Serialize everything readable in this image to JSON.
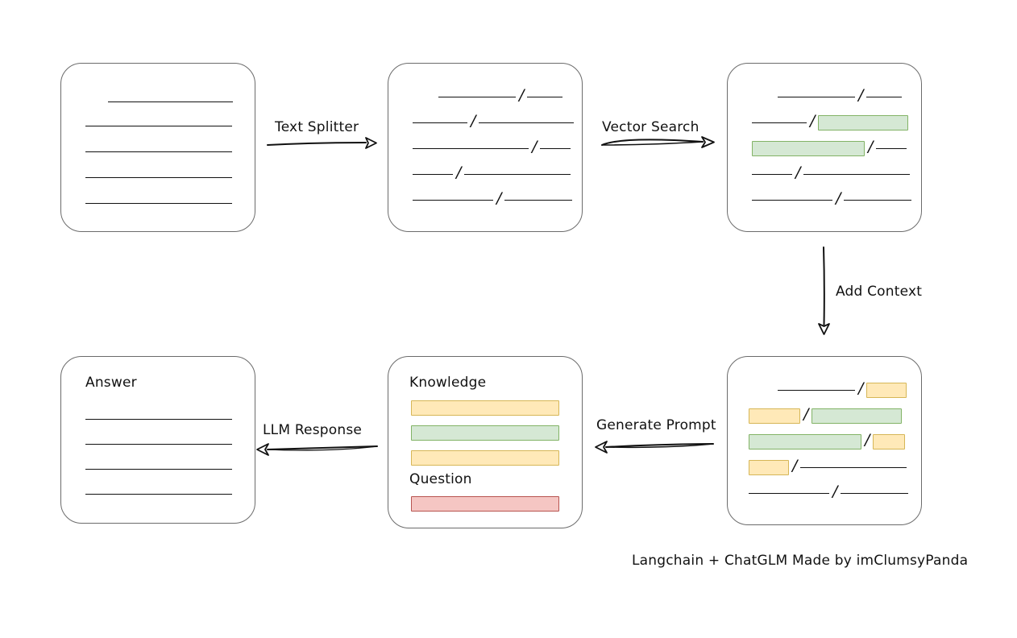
{
  "diagram": {
    "caption": "Langchain + ChatGLM Made by imClumsyPanda",
    "colors": {
      "green_fill": "#d5e8d4",
      "green_stroke": "#82b366",
      "yellow_fill": "#ffe9b8",
      "yellow_stroke": "#d6b656",
      "red_fill": "#f5c6c3",
      "red_stroke": "#b85450",
      "box_stroke": "#6b6b6b",
      "line_stroke": "#111111"
    },
    "boxes": [
      {
        "id": "source-document",
        "title": "",
        "rows": [
          {
            "segments": [
              {
                "type": "line",
                "width": 155,
                "indent": 58
              }
            ]
          },
          {
            "segments": [
              {
                "type": "line",
                "width": 182,
                "indent": 30
              }
            ]
          },
          {
            "segments": [
              {
                "type": "line",
                "width": 182,
                "indent": 30
              }
            ]
          },
          {
            "segments": [
              {
                "type": "line",
                "width": 182,
                "indent": 30
              }
            ]
          },
          {
            "segments": [
              {
                "type": "line",
                "width": 182,
                "indent": 30
              }
            ]
          }
        ]
      },
      {
        "id": "split-chunks",
        "title": "",
        "rows": [
          {
            "indent": 62,
            "segments": [
              {
                "type": "line",
                "width": 96
              },
              {
                "type": "slash",
                "text": "/"
              },
              {
                "type": "line",
                "width": 44
              }
            ]
          },
          {
            "indent": 30,
            "segments": [
              {
                "type": "line",
                "width": 68
              },
              {
                "type": "slash",
                "text": "/"
              },
              {
                "type": "line",
                "width": 118
              }
            ]
          },
          {
            "indent": 30,
            "segments": [
              {
                "type": "line",
                "width": 144
              },
              {
                "type": "slash",
                "text": "/"
              },
              {
                "type": "line",
                "width": 38
              }
            ]
          },
          {
            "indent": 30,
            "segments": [
              {
                "type": "line",
                "width": 50
              },
              {
                "type": "slash",
                "text": "/"
              },
              {
                "type": "line",
                "width": 132
              }
            ]
          },
          {
            "indent": 30,
            "segments": [
              {
                "type": "line",
                "width": 100
              },
              {
                "type": "slash",
                "text": "/"
              },
              {
                "type": "line",
                "width": 84
              }
            ]
          }
        ]
      },
      {
        "id": "vector-search-results",
        "title": "",
        "rows": [
          {
            "indent": 62,
            "segments": [
              {
                "type": "line",
                "width": 96
              },
              {
                "type": "slash",
                "text": "/"
              },
              {
                "type": "line",
                "width": 44
              }
            ]
          },
          {
            "indent": 30,
            "segments": [
              {
                "type": "line",
                "width": 68
              },
              {
                "type": "slash",
                "text": "/"
              },
              {
                "type": "bar",
                "color": "green",
                "width": 112
              }
            ]
          },
          {
            "indent": 30,
            "segments": [
              {
                "type": "bar",
                "color": "green",
                "width": 140
              },
              {
                "type": "slash",
                "text": "/"
              },
              {
                "type": "line",
                "width": 38
              }
            ]
          },
          {
            "indent": 30,
            "segments": [
              {
                "type": "line",
                "width": 50
              },
              {
                "type": "slash",
                "text": "/"
              },
              {
                "type": "line",
                "width": 132
              }
            ]
          },
          {
            "indent": 30,
            "segments": [
              {
                "type": "line",
                "width": 100
              },
              {
                "type": "slash",
                "text": "/"
              },
              {
                "type": "line",
                "width": 84
              }
            ]
          }
        ]
      },
      {
        "id": "context-chunks",
        "title": "",
        "rows": [
          {
            "indent": 62,
            "segments": [
              {
                "type": "line",
                "width": 96
              },
              {
                "type": "slash",
                "text": "/"
              },
              {
                "type": "bar",
                "color": "yellow",
                "width": 50
              }
            ]
          },
          {
            "indent": 30,
            "segments": [
              {
                "type": "bar",
                "color": "yellow",
                "width": 64
              },
              {
                "type": "slash",
                "text": "/"
              },
              {
                "type": "bar",
                "color": "green",
                "width": 112
              }
            ]
          },
          {
            "indent": 30,
            "segments": [
              {
                "type": "bar",
                "color": "green",
                "width": 140
              },
              {
                "type": "slash",
                "text": "/"
              },
              {
                "type": "bar",
                "color": "yellow",
                "width": 40
              }
            ]
          },
          {
            "indent": 30,
            "segments": [
              {
                "type": "bar",
                "color": "yellow",
                "width": 50
              },
              {
                "type": "slash",
                "text": "/"
              },
              {
                "type": "line",
                "width": 132
              }
            ]
          },
          {
            "indent": 30,
            "segments": [
              {
                "type": "line",
                "width": 100
              },
              {
                "type": "slash",
                "text": "/"
              },
              {
                "type": "line",
                "width": 84
              }
            ]
          }
        ]
      },
      {
        "id": "prompt",
        "title": "Knowledge",
        "title2": "Question",
        "rows": []
      },
      {
        "id": "answer",
        "title": "Answer",
        "rows": [
          {
            "segments": [
              {
                "type": "line",
                "width": 182,
                "indent": 30
              }
            ]
          },
          {
            "segments": [
              {
                "type": "line",
                "width": 182,
                "indent": 30
              }
            ]
          },
          {
            "segments": [
              {
                "type": "line",
                "width": 182,
                "indent": 30
              }
            ]
          },
          {
            "segments": [
              {
                "type": "line",
                "width": 182,
                "indent": 30
              }
            ]
          }
        ]
      }
    ],
    "prompt_box": {
      "knowledge_label": "Knowledge",
      "question_label": "Question",
      "knowledge_bars": [
        {
          "color": "yellow",
          "width": 184
        },
        {
          "color": "green",
          "width": 184
        },
        {
          "color": "yellow",
          "width": 184
        }
      ],
      "question_bars": [
        {
          "color": "red",
          "width": 184
        }
      ]
    },
    "answer_box": {
      "label": "Answer"
    },
    "arrows": [
      {
        "id": "text-splitter",
        "label": "Text Splitter",
        "direction": "right"
      },
      {
        "id": "vector-search",
        "label": "Vector Search",
        "direction": "right"
      },
      {
        "id": "add-context",
        "label": "Add Context",
        "direction": "down"
      },
      {
        "id": "generate-prompt",
        "label": "Generate Prompt",
        "direction": "left"
      },
      {
        "id": "llm-response",
        "label": "LLM Response",
        "direction": "left"
      }
    ]
  }
}
